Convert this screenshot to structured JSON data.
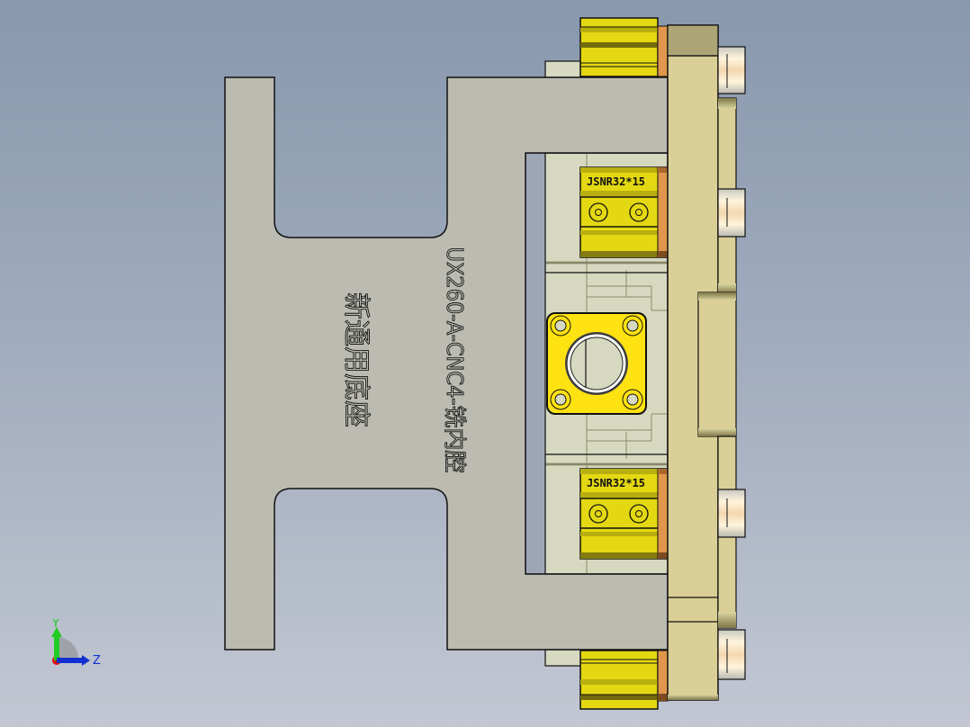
{
  "viewport": {
    "background_top": "#8898ad",
    "background_bottom": "#c2c7d2"
  },
  "base_plate": {
    "engraving_left": "新通用底座",
    "engraving_right": "UX260-A-CNC4-铣内腔",
    "color": "#bcbbb2"
  },
  "cylinders": {
    "label_upper": "JSNR32*15",
    "label_lower": "JSNR32*15",
    "color": "#e4d812"
  },
  "flange": {
    "color": "#ffe211"
  },
  "clamp_block": {
    "color": "#dacf96"
  },
  "triad": {
    "y_label": "Y",
    "z_label": "Z",
    "y_color": "#22cc22",
    "z_color": "#1030d0",
    "x_color": "#e01010"
  }
}
